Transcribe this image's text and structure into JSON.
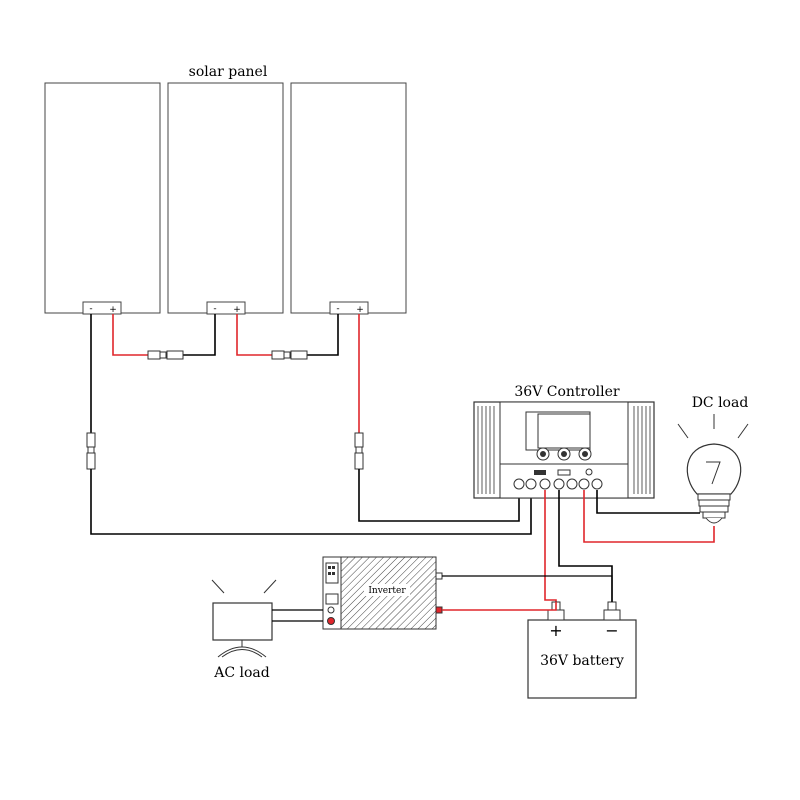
{
  "labels": {
    "solar_panel": "solar panel",
    "controller": "36V Controller",
    "dc_load": "DC load",
    "ac_load": "AC load",
    "battery": "36V battery",
    "inverter": "Inverter",
    "battery_plus": "+",
    "battery_minus": "−",
    "terminal_minus": "-",
    "terminal_plus": "+"
  },
  "colors": {
    "positive_wire": "#e0262b",
    "negative_wire": "#000000",
    "outline": "#333333"
  }
}
